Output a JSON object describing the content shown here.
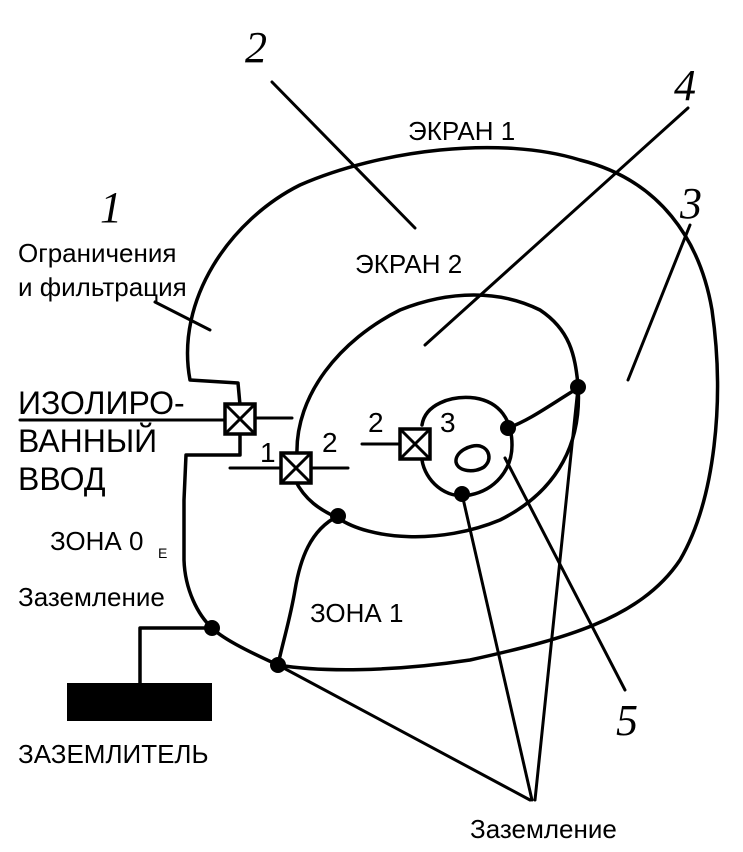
{
  "numbers": {
    "n1": "1",
    "n2": "2",
    "n3": "3",
    "n4": "4",
    "n5": "5"
  },
  "labels": {
    "screen1": "ЭКРАН 1",
    "screen2": "ЭКРАН 2",
    "limits_line1": "Ограничения",
    "limits_line2": "и фильтрация",
    "insulated_line1": "ИЗОЛИРО-",
    "insulated_line2": "ВАННЫЙ",
    "insulated_line3": "ВВОД",
    "zone0": "ЗОНА 0",
    "zone0_sub": "Е",
    "grounding_left": "Заземление",
    "zone1": "ЗОНА 1",
    "ground_electrode": "ЗАЗЕМЛИТЕЛЬ",
    "grounding_bottom": "Заземление"
  },
  "ports": {
    "p1_left": "1",
    "p1_right": "2",
    "p2_left": "2",
    "p2_right": "3"
  }
}
